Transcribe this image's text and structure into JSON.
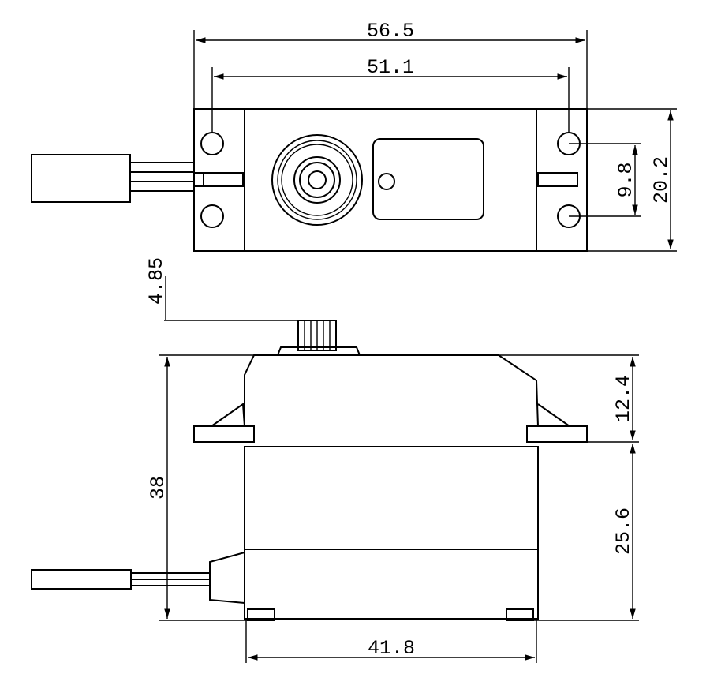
{
  "dimensions": {
    "top_overall_width": "56.5",
    "top_hole_spacing": "51.1",
    "top_hole_vertical": "9.8",
    "top_body_height": "20.2",
    "spline_height": "4.85",
    "overall_height": "38",
    "upper_case_height": "12.4",
    "lower_case_height": "25.6",
    "body_width": "41.8"
  },
  "colors": {
    "line": "#000000",
    "background": "#ffffff"
  }
}
